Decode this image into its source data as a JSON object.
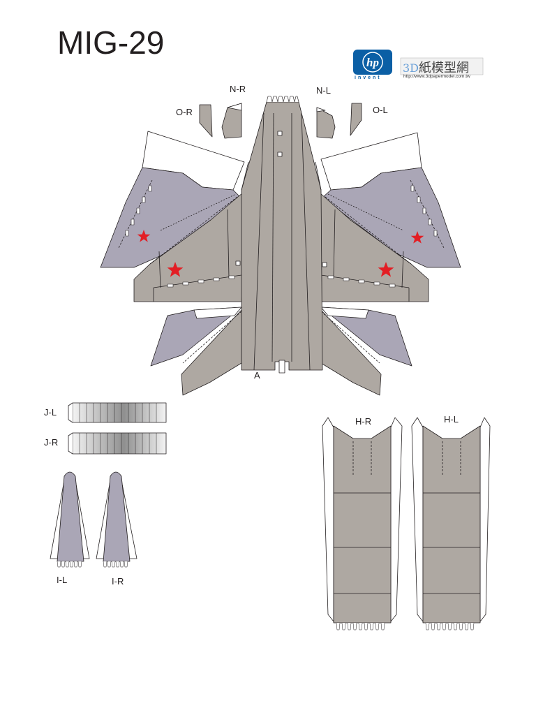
{
  "title": "MIG-29",
  "logo": {
    "hp_badge": "hp",
    "hp_tagline": "invent",
    "site_prefix": "3D",
    "site_name": "紙模型網",
    "site_url": "http://www.3dpapermodel.com.tw"
  },
  "part_labels": {
    "A": "A",
    "N_R": "N-R",
    "N_L": "N-L",
    "O_R": "O-R",
    "O_L": "O-L",
    "J_L": "J-L",
    "J_R": "J-R",
    "I_L": "I-L",
    "I_R": "I-R",
    "H_R": "H-R",
    "H_L": "H-L"
  },
  "colors": {
    "fuselage_gray": "#aea8a2",
    "wing_lavender": "#aaa6b6",
    "outline": "#231f20",
    "star_red": "#e31e24",
    "hp_blue": "#0b5fa5"
  }
}
